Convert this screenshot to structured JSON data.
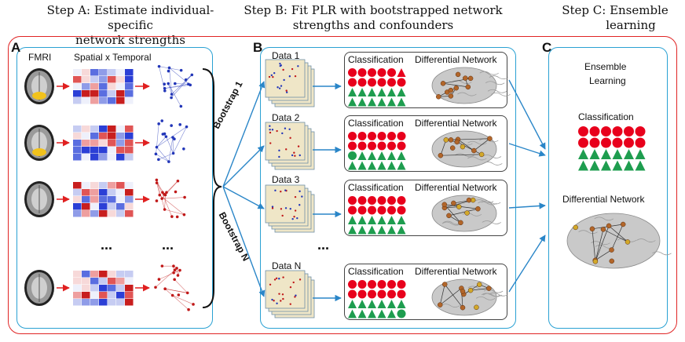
{
  "steps": {
    "a_line1": "Step A: Estimate individual-specific",
    "a_line2": "network strengths",
    "b_line1": "Step B: Fit PLR with bootstrapped network",
    "b_line2": "strengths and confounders",
    "c_line1": "Step C: Ensemble",
    "c_line2": "learning"
  },
  "panel_a": {
    "letter": "A",
    "fmri": "FMRI",
    "spatial": "Spatial x Temporal",
    "ellipsis": "..."
  },
  "panel_b": {
    "letter": "B",
    "data_labels": [
      "Data 1",
      "Data 2",
      "Data 3",
      "Data N"
    ],
    "classification": "Classification",
    "differential": "Differential Network",
    "ellipsis": "...",
    "bootstrap_1": "Bootstrap 1",
    "bootstrap_n": "Bootstrap N"
  },
  "panel_c": {
    "letter": "C",
    "ensemble_line1": "Ensemble",
    "ensemble_line2": "Learning",
    "classification": "Classification",
    "differential": "Differential Network"
  },
  "colors": {
    "red": "#e8001c",
    "green": "#1e9d4f",
    "blue_border": "#2aa1d3",
    "outer_border": "#e02424",
    "arrow_blue": "#2a86c8",
    "arrow_red": "#e02020"
  }
}
